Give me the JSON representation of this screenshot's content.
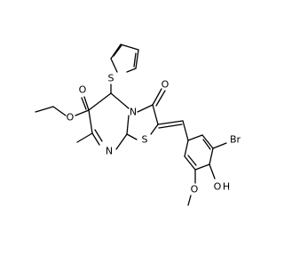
{
  "molecule": {
    "atoms": {
      "S_thiophene": "S",
      "O_ester_carbonyl": "O",
      "O_ester": "O",
      "O_ketone": "O",
      "N_ring": "N",
      "N_imine": "N",
      "S_thiazole": "S",
      "Br": "Br",
      "O_hydroxy": "O",
      "H_hydroxy": "H",
      "O_methoxy": "O"
    }
  }
}
